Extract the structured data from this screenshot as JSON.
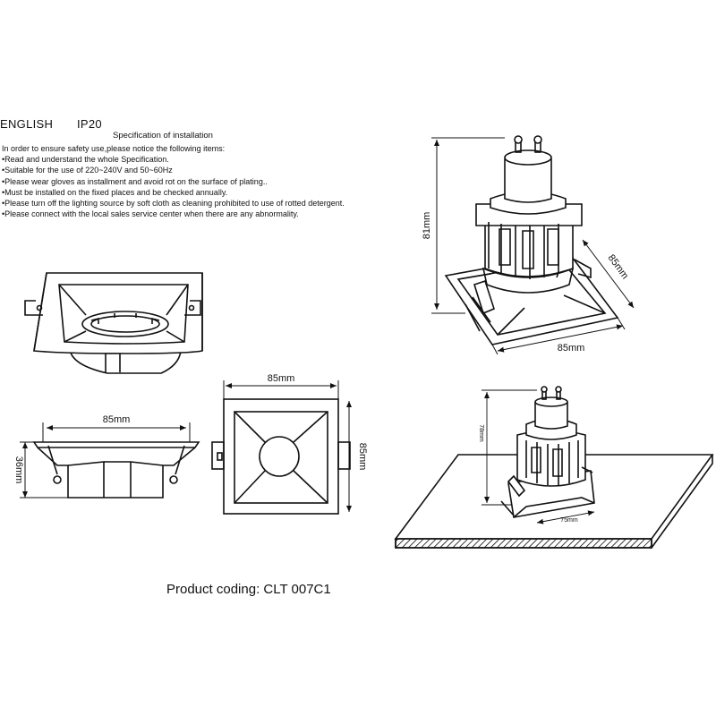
{
  "header": {
    "language": "ENGLISH",
    "rating": "IP20"
  },
  "spec": {
    "title": "Specification of installation",
    "lines": [
      " In order to ensure safety use,please notice the following items:",
      "•Read and understand the whole Specification.",
      "•Suitable for the use of 220~240V and 50~60Hz",
      "•Please wear gloves as installment and avoid rot on the surface of plating..",
      "•Must be installed on the fixed places and be checked annually.",
      "•Please turn off the lighting source by soft cloth as cleaning prohibited to use of rotted detergent.",
      "•Please connect with the local sales service center when there are any abnormality."
    ]
  },
  "dimensions": {
    "side_width": "85mm",
    "side_height": "36mm",
    "top_width": "85mm",
    "top_height": "85mm",
    "iso_height": "81mm",
    "iso_depth": "85mm",
    "iso_width": "85mm",
    "install_height": "78mm",
    "install_cutout": "75mm"
  },
  "product_coding": "Product coding: CLT 007C1"
}
